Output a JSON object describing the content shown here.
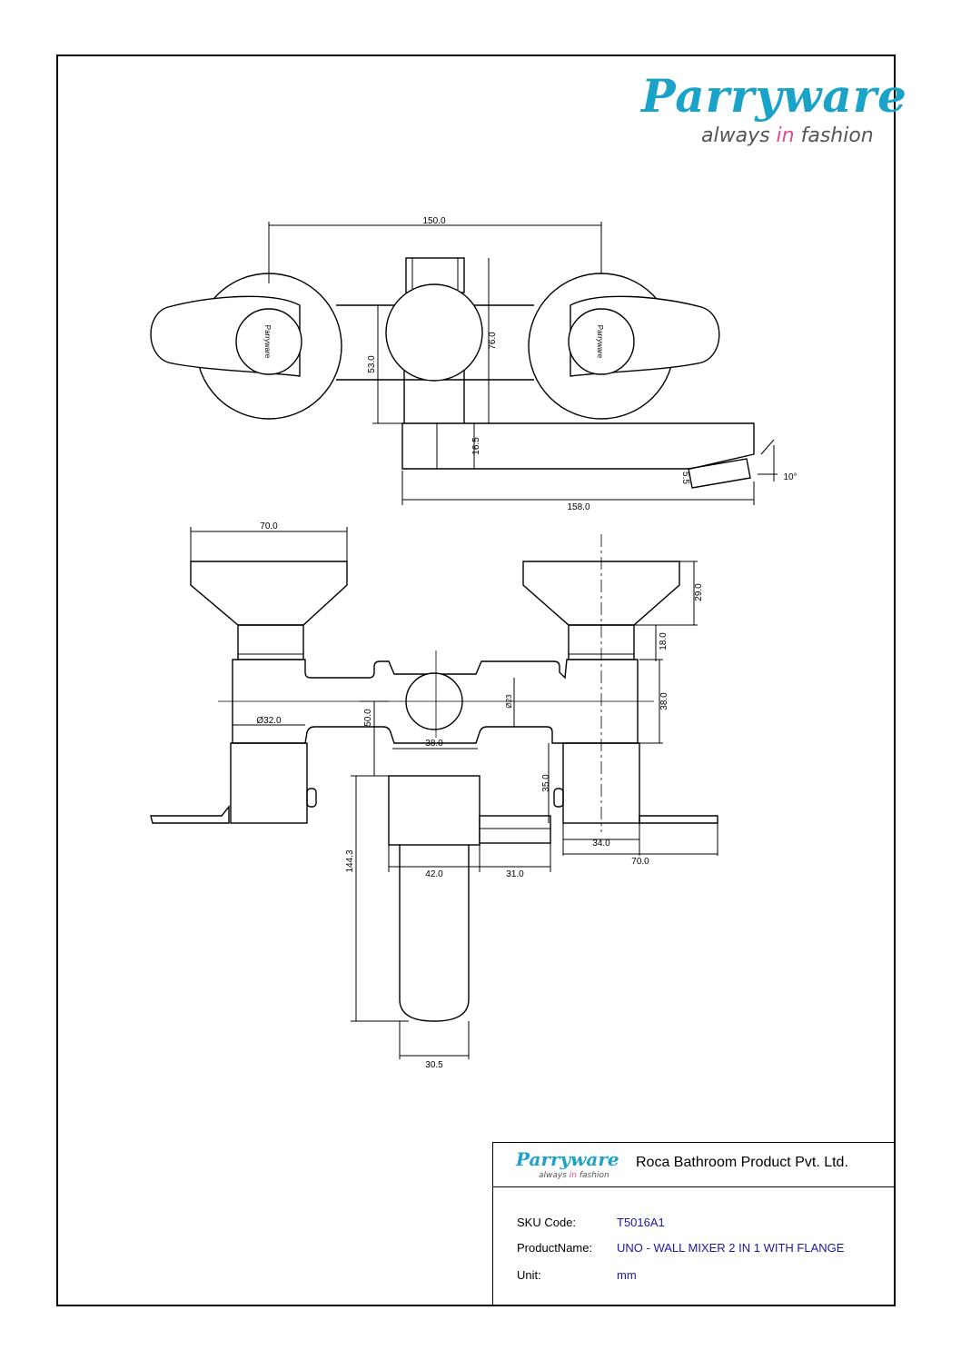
{
  "brand": {
    "name": "Parryware",
    "tagline_pre": "always ",
    "tagline_mid": "in",
    "tagline_post": " fashion",
    "primary_color": "#1aa3c8",
    "accent_color": "#e04a8c"
  },
  "dimensions": {
    "top_view": {
      "width": "150.0",
      "height_a": "53.0",
      "height_b": "76.0",
      "spout_height": "16.5",
      "spout_length": "158.0",
      "spout_tip": "5.5",
      "angle": "10°"
    },
    "front_view": {
      "knob_width": "70.0",
      "knob_height": "29.0",
      "collar_height": "18.0",
      "body_height": "38.0",
      "diameter": "Ø32.0",
      "center_height": "50.0",
      "center_width": "38.0",
      "center_hole": "Ø23",
      "drop_height": "35.0",
      "base_width": "34.0",
      "flange_width": "70.0",
      "spout_drop": "144.3",
      "spout_width": "42.0",
      "offset": "31.0",
      "outlet_width": "30.5"
    }
  },
  "title_block": {
    "company": "Roca Bathroom Product Pvt. Ltd.",
    "sku_label": "SKU Code:",
    "sku_value": "T5016A1",
    "product_label": "ProductName:",
    "product_value": "UNO - WALL MIXER 2 IN 1 WITH FLANGE",
    "unit_label": "Unit:",
    "unit_value": "mm"
  }
}
